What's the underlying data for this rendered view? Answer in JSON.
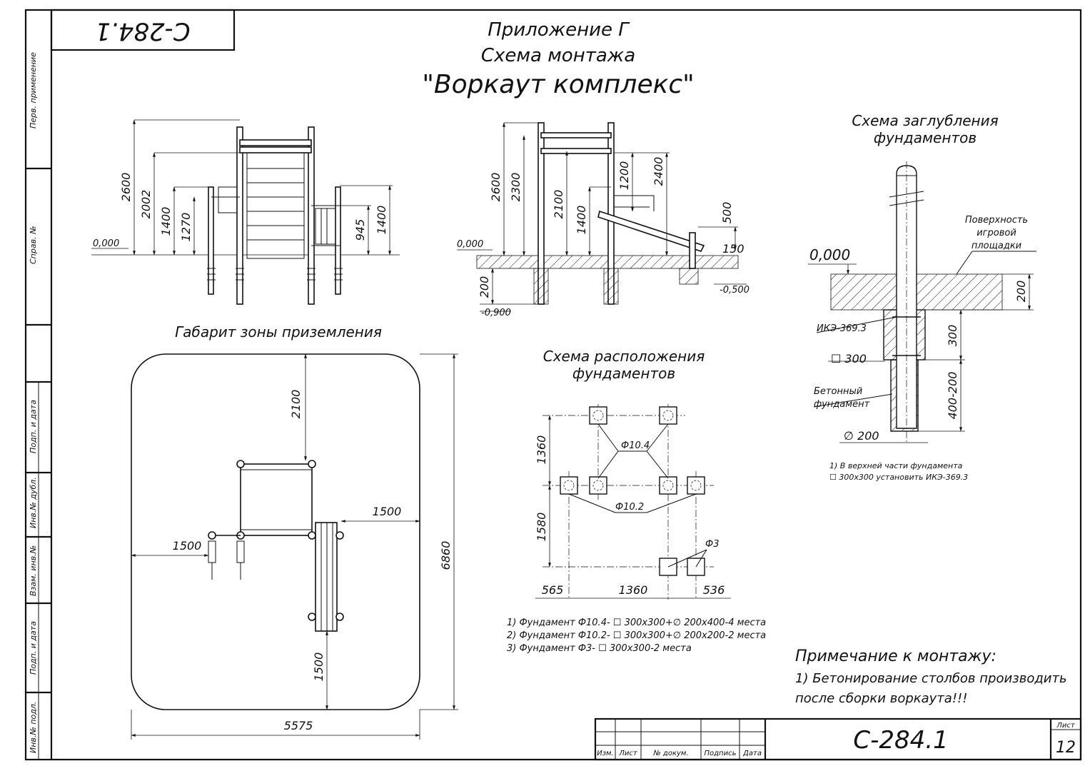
{
  "sheet": {
    "code_top": "С-284.1",
    "code_main": "С-284.1",
    "list_label": "Лист",
    "list_number": "12",
    "title_block_cols": [
      "Изм.",
      "Лист",
      "№ докум.",
      "Подпись",
      "Дата"
    ],
    "side_labels": [
      "Перв. применение",
      "Справ. №",
      "Подп. и дата",
      "Инв.№ дубл.",
      "Взам. инв.№",
      "Подп. и дата",
      "Инв.№ подл."
    ]
  },
  "header": {
    "line1": "Приложение Г",
    "line2": "Схема монтажа",
    "title": "\"Воркаут комплекс\""
  },
  "front_view": {
    "level": "0,000",
    "dims": [
      "2600",
      "2002",
      "1400",
      "1270",
      "945",
      "1400"
    ]
  },
  "side_view": {
    "level": "0,000",
    "level_bottom": "-0,900",
    "level_incline": "-0,500",
    "dims": [
      "2600",
      "2300",
      "2100",
      "1400",
      "1200",
      "2400",
      "500",
      "150",
      "200"
    ]
  },
  "landing_zone": {
    "title": "Габарит зоны приземления",
    "dims": {
      "top": "2100",
      "right": "1500",
      "left": "1500",
      "bottom": "1500",
      "height": "6860",
      "width": "5575"
    }
  },
  "foundation_layout": {
    "title_line1": "Схема расположения",
    "title_line2": "фундаментов",
    "labels": {
      "f104": "Ф10.4",
      "f102": "Ф10.2",
      "f3": "Ф3"
    },
    "dims": {
      "v1": "1360",
      "v2": "1580",
      "h1": "565",
      "h2": "1360",
      "h3": "536"
    },
    "notes": [
      "1) Фундамент Ф10.4- ☐ 300х300+∅ 200х400-4 места",
      "2) Фундамент Ф10.2- ☐ 300х300+∅ 200х200-2 места",
      "3) Фундамент Ф3- ☐ 300х300-2 места"
    ]
  },
  "depth_scheme": {
    "title_line1": "Схема заглубления",
    "title_line2": "фундаментов",
    "level": "0,000",
    "surface_label": [
      "Поверхность",
      "игровой",
      "площадки"
    ],
    "ike": "ИКЭ-369.3",
    "square": "☐ 300",
    "concrete": [
      "Бетонный",
      "фундамент"
    ],
    "diameter": "∅ 200",
    "dims": {
      "d200": "200",
      "d300": "300",
      "d400": "400-200"
    },
    "note_line1": "1) В верхней части фундамента",
    "note_line2": "☐ 300х300 установить ИКЭ-369.3"
  },
  "assembly_note": {
    "title": "Примечание к монтажу:",
    "line1": "1) Бетонирование столбов производить",
    "line2": "после сборки воркаута!!!"
  }
}
